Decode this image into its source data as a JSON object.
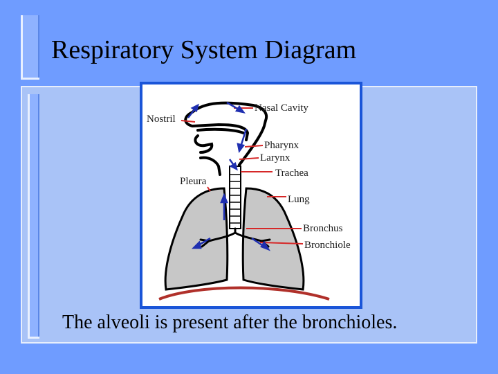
{
  "slide": {
    "title": "Respiratory System Diagram",
    "caption": "The alveoli is present after the bronchioles."
  },
  "diagram": {
    "labels": {
      "nostril": "Nostril",
      "nasal_cavity": "Nasal Cavity",
      "pharynx": "Pharynx",
      "larynx": "Larynx",
      "trachea": "Trachea",
      "pleura": "Pleura",
      "lung": "Lung",
      "bronchus": "Bronchus",
      "bronchiole": "Bronchiole"
    }
  },
  "colors": {
    "background": "#6f9cff",
    "panel": "#a9c3f7",
    "frame": "#1a55d8",
    "label_line": "#d62828",
    "arrow": "#1f2fb0",
    "lung_fill": "#c7c7c7",
    "diaphragm": "#b0302a"
  }
}
